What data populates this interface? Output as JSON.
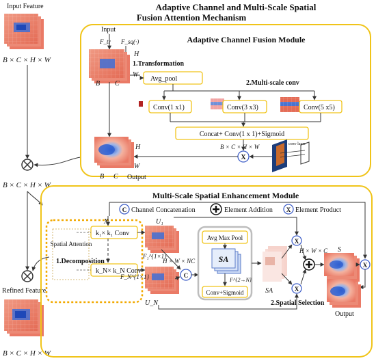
{
  "title": {
    "line1": "Adaptive Channel and Multi-Scale Spatial",
    "line2": "Fusion Attention Mechanism"
  },
  "left": {
    "input_label": "Input Feature",
    "input_dims": "B × C × H × W",
    "mid_dims": "B × C × H × W",
    "refined_label": "Refined Feature",
    "refined_dims": "B × C × H × W"
  },
  "acfm": {
    "title": "Adaptive Channel Fusion Module",
    "input_label": "Input",
    "ftr": "F_tr",
    "fsq": "F_sq(·)",
    "H": "H",
    "W": "W",
    "B": "B",
    "C": "C",
    "transformation": "1.Transformation",
    "avg_pool": "Avg_pool",
    "multiscale": "2.Multi-scale conv",
    "conv1": "Conv(1 x1)",
    "conv3": "Conv(3 x3)",
    "conv5": "Conv(5 x5)",
    "concat": "Concat+ Conv(1 x 1)+Sigmoid",
    "dims": "B × C × H × W",
    "conv_layer": "conv layer",
    "out_H": "H",
    "out_W": "W",
    "out_B": "B",
    "out_C": "C",
    "output": "Output"
  },
  "msem": {
    "title": "Multi-Scale Spatial Enhancement Module",
    "legend_concat": "Channel Concatenation",
    "legend_add": "Element Addition",
    "legend_prod": "Element Product",
    "sym_c": "C",
    "sym_plus": "+",
    "sym_x": "X",
    "X": "X",
    "spatial_attention": "Spatial Attention",
    "k1conv": "k₁× k₁ Conv",
    "kNconv": "k_N× k_N Conv",
    "decomposition": "1.Decomposition",
    "U1": "U₁",
    "UN": "U_N",
    "F1": "F₁^{1×1}",
    "FN": "F_N^{1×1}",
    "hwnc": "H × W × NC",
    "avgmax": "Avg Max Pool",
    "SA": "SA",
    "f2n": "F^{2→N}",
    "convsig": "Conv+Sigmoid",
    "SA_out": "SA",
    "hwc": "H × W × C",
    "S": "S",
    "spatial_selection": "2.Spatial Selection",
    "output": "Output"
  },
  "colors": {
    "module_border": "#f0c419",
    "feature_red": "#ea7a66",
    "feature_blue": "#3f6fd6",
    "dashed_orange": "#f2a900",
    "arrow": "#333333"
  }
}
